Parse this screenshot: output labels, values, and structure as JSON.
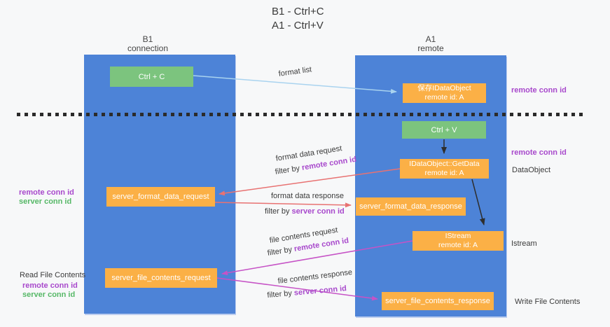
{
  "title": {
    "line1": "B1 - Ctrl+C",
    "line2": "A1 - Ctrl+V"
  },
  "lanes": {
    "left": {
      "title": "B1",
      "subtitle": "connection"
    },
    "right": {
      "title": "A1",
      "subtitle": "remote"
    }
  },
  "nodes": {
    "ctrl_c": {
      "label": "Ctrl + C"
    },
    "ctrl_v": {
      "label": "Ctrl + V"
    },
    "save_dataobject": {
      "line1": "保存IDataObject",
      "line2": "remote id: A"
    },
    "getdata": {
      "line1": "IDataObject::GetData",
      "line2": "remote id: A"
    },
    "istream": {
      "line1": "IStream",
      "line2": "remote id: A"
    },
    "server_format_data_request": {
      "label": "server_format_data_request"
    },
    "server_format_data_response": {
      "label": "server_format_data_response"
    },
    "server_file_contents_request": {
      "label": "server_file_contents_request"
    },
    "server_file_contents_response": {
      "label": "server_file_contents_response"
    }
  },
  "edge_labels": {
    "format_list": "format list",
    "format_data_request": "format data request",
    "format_data_response": "format data response",
    "file_contents_request": "file contents request",
    "file_contents_response": "file contents response",
    "filter_by": "filter by",
    "remote_conn_id": "remote conn id",
    "server_conn_id": "server conn id"
  },
  "side_labels": {
    "remote_conn_id": "remote conn id",
    "server_conn_id": "server conn id",
    "dataobject": "DataObject",
    "istream": "Istream",
    "read_file_contents": "Read File Contents",
    "write_file_contents": "Write File Contents"
  },
  "colors": {
    "lane_blue": "#4d83d7",
    "node_green": "#7cc47e",
    "node_orange": "#fbb046",
    "label_purple": "#a849cc",
    "label_green": "#56b867",
    "arrow_salmon": "#e87272",
    "arrow_magenta": "#c653c6",
    "arrow_lightblue": "#a9d3ef",
    "arrow_black": "#2e2e2e",
    "background": "#f7f8f9"
  }
}
